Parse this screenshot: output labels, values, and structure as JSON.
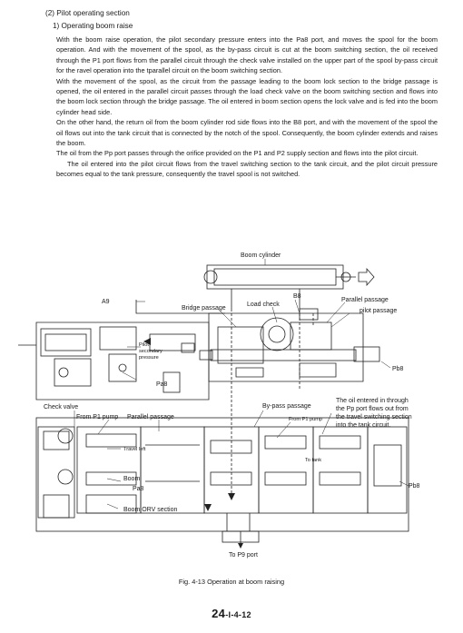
{
  "section_title": "(2) Pilot operating section",
  "subsection_title": "1) Operating boom raise",
  "paragraphs": [
    "With the boom raise operation, the pilot secondary pressure enters into the Pa8 port, and moves the spool for the boom operation. And with the movement of the spool, as the by-pass circuit is cut at the boom switching section, the oil received through the P1 port flows from the parallel circuit through the check valve installed on the upper part of the spool by-pass circuit for the ravel operation into the tparallel circuit on the boom switching section.",
    "With the movement of the spool, as the circuit from the passage leading to the boom lock section to the bridge passage is opened, the oil entered in the parallel circuit passes through the load check valve on the boom switching section and flows into the boom lock section through the bridge passage.  The oil entered in boom section opens the lock valve and is fed into the boom cylinder head side.",
    "On the other hand, the return oil from the boom cylinder rod side flows into the B8 port, and with the movement of the spool the oil flows out into the tank circuit that is connected by the notch of the spool. Consequently, the boom cylinder extends and raises the boom.",
    "The oil from the Pp port passes through the orifice provided on the P1 and P2 supply section and flows into the pilot circuit.",
    "The oil entered into the pilot circuit flows from the travel switching section to the tank circuit, and the pilot circuit pressure becomes equal to the tank pressure, consequently the travel spool is not switched."
  ],
  "figure": {
    "labels": {
      "boom_cylinder": "Boom cylinder",
      "a9": "A9",
      "b8": "B8",
      "bridge_passage": "Bridge passage",
      "load_check": "Load check",
      "parallel_passage": "Parallel passage",
      "pilot_passage": "pilot passage",
      "pilot_secondary_1": "Pilot",
      "pilot_secondary_2": "secondary",
      "pilot_secondary_3": "pressure",
      "pa8_top": "Pa8",
      "pb8_top": "Pb8",
      "check_valve": "Check valve",
      "from_p1_pump_left": "From P1 pump",
      "parallel_passage_left": "Parallel passage",
      "bypass_passage": "By-pass passage",
      "from_p1_pump_mid": "From P1 pump",
      "note_1": "The oil entered in through",
      "note_2": "the Pp port flows out from",
      "note_3": "the travel switching section",
      "note_4": "into the tank circuit.",
      "travel_left": "Travel left",
      "to_tank": "To tank",
      "boom": "Boom",
      "pa8_bottom": "Pa8",
      "pb8_bottom": "Pb8",
      "boom_orv": "Boom ORV section",
      "to_p9": "To P9 port"
    }
  },
  "caption": "Fig. 4-13 Operation at boom raising",
  "page_number_main": "24",
  "page_number_suffix": "-I-4-12"
}
